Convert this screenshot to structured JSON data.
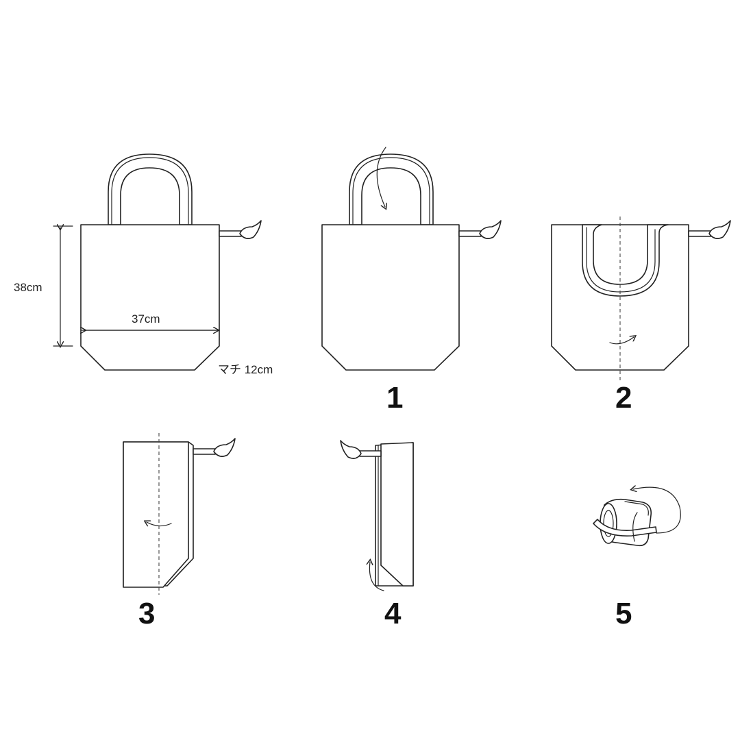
{
  "dimensions": {
    "height": "38cm",
    "width": "37cm",
    "gusset": "マチ 12cm"
  },
  "steps": [
    "1",
    "2",
    "3",
    "4",
    "5"
  ],
  "colors": {
    "line": "#222222",
    "background": "#ffffff"
  }
}
